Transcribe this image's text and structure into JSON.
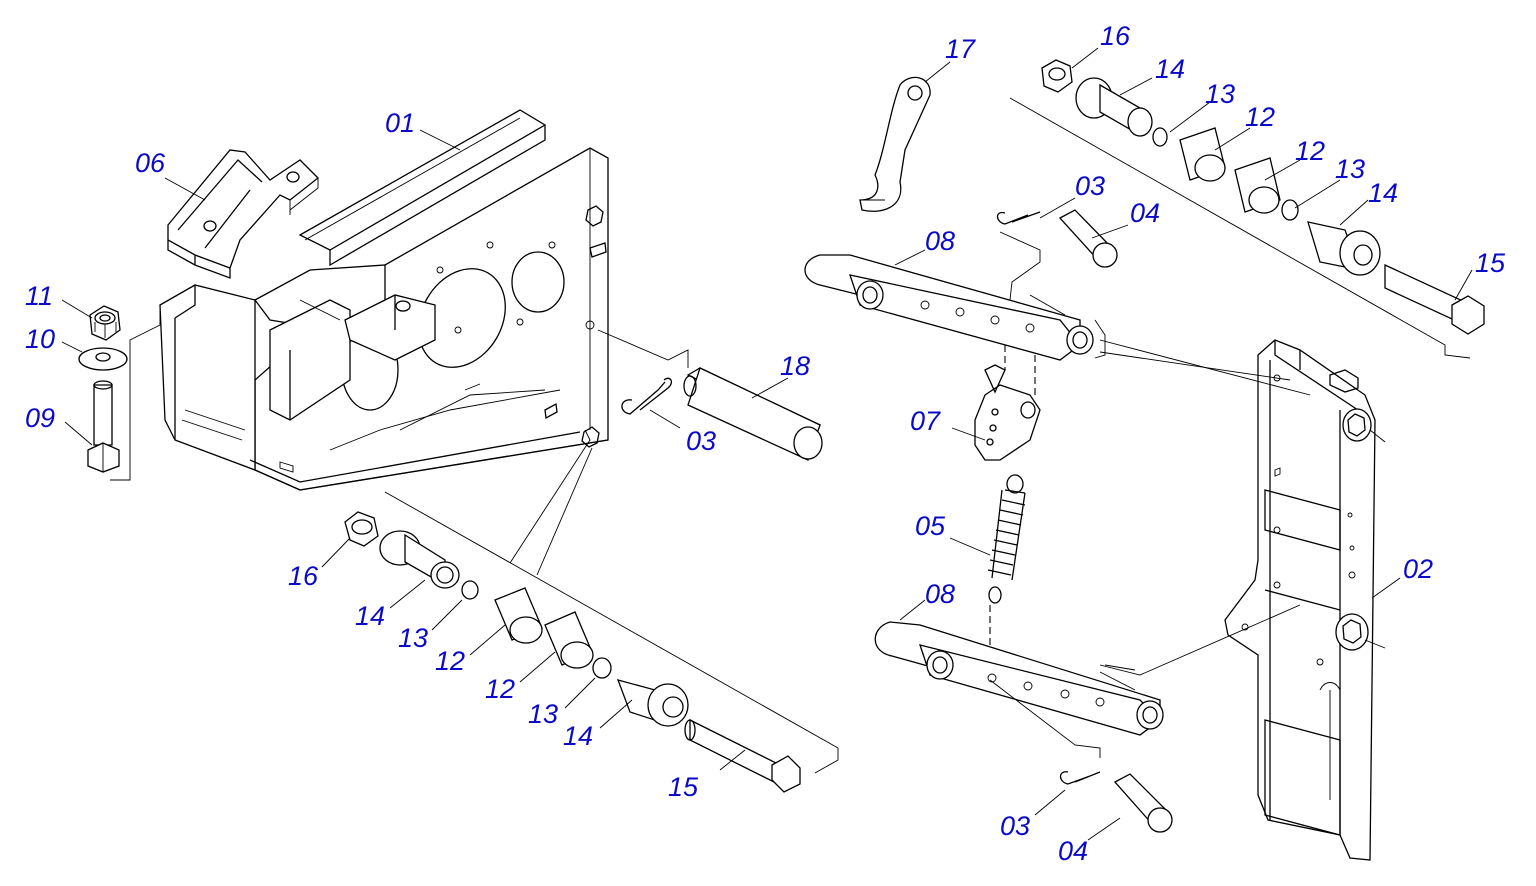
{
  "labels": {
    "p01": "01",
    "p02": "02",
    "p03a": "03",
    "p03b": "03",
    "p03c": "03",
    "p04a": "04",
    "p04b": "04",
    "p05": "05",
    "p06": "06",
    "p07": "07",
    "p08a": "08",
    "p08b": "08",
    "p09": "09",
    "p10": "10",
    "p11": "11",
    "p12a": "12",
    "p12b": "12",
    "p12c": "12",
    "p12d": "12",
    "p13a": "13",
    "p13b": "13",
    "p13c": "13",
    "p13d": "13",
    "p14a": "14",
    "p14b": "14",
    "p14c": "14",
    "p14d": "14",
    "p15a": "15",
    "p15b": "15",
    "p16a": "16",
    "p16b": "16",
    "p17": "17",
    "p18": "18"
  },
  "colors": {
    "label": "#0a0ac8",
    "line": "#000000",
    "background": "#ffffff"
  }
}
